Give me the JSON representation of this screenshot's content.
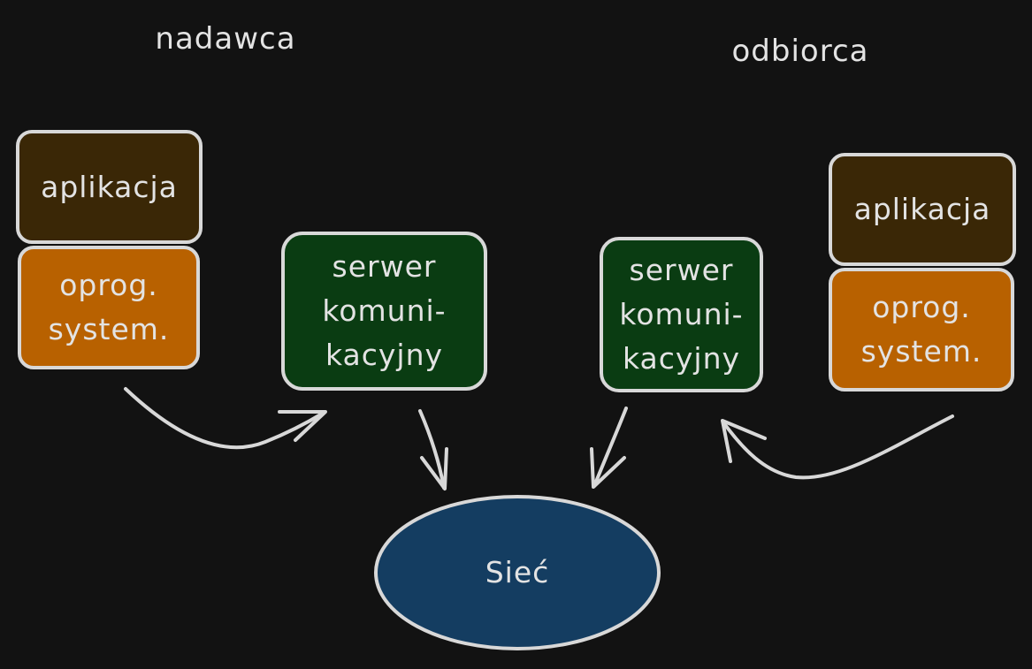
{
  "colors": {
    "background": "#121212",
    "application": "#3a2706",
    "os": "#b86100",
    "server": "#0a3c12",
    "network": "#143d61",
    "outline": "#d8d8d8",
    "text": "#e3e3e3"
  },
  "sender": {
    "title": "nadawca",
    "application": "aplikacja",
    "os": "oprog.\nsystem.",
    "server": "serwer\nkomuni-\nkacyjny"
  },
  "receiver": {
    "title": "odbiorca",
    "application": "aplikacja",
    "os": "oprog.\nsystem.",
    "server": "serwer\nkomuni-\nkacyjny"
  },
  "network": {
    "label": "Sieć"
  }
}
